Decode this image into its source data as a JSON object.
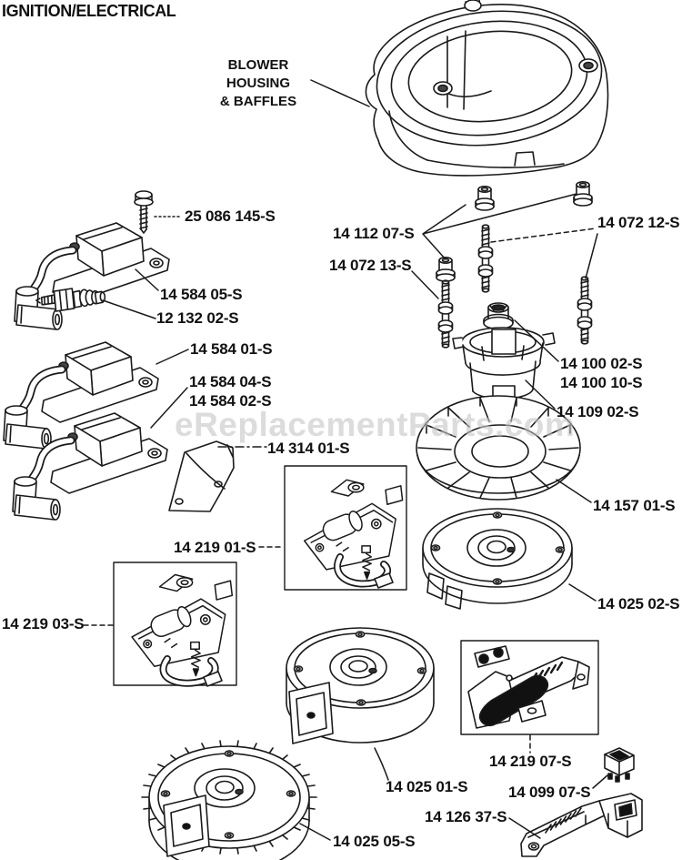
{
  "title": "IGNITION/ELECTRICAL",
  "watermark": "eReplacementParts.com",
  "callouts": {
    "blower_housing": "BLOWER\nHOUSING\n& BAFFLES"
  },
  "colors": {
    "ink": "#1a1a1a",
    "watermark": "#c6c6c6",
    "background": "#ffffff"
  },
  "parts": [
    {
      "label": "25 086 145-S"
    },
    {
      "label": "14 112 07-S"
    },
    {
      "label": "14 072 12-S"
    },
    {
      "label": "14 072 13-S"
    },
    {
      "label": "14 584 05-S"
    },
    {
      "label": "12 132 02-S"
    },
    {
      "label": "14 584 01-S"
    },
    {
      "label": "14 584 04-S"
    },
    {
      "label": "14 584 02-S"
    },
    {
      "label": "14 100 02-S"
    },
    {
      "label": "14 100 10-S"
    },
    {
      "label": "14 109 02-S"
    },
    {
      "label": "14 314 01-S"
    },
    {
      "label": "14 157 01-S"
    },
    {
      "label": "14 219 01-S"
    },
    {
      "label": "14 025 02-S"
    },
    {
      "label": "14 219 03-S"
    },
    {
      "label": "14 219 07-S"
    },
    {
      "label": "14 025 01-S"
    },
    {
      "label": "14 099 07-S"
    },
    {
      "label": "14 126 37-S"
    },
    {
      "label": "14 025 05-S"
    }
  ]
}
